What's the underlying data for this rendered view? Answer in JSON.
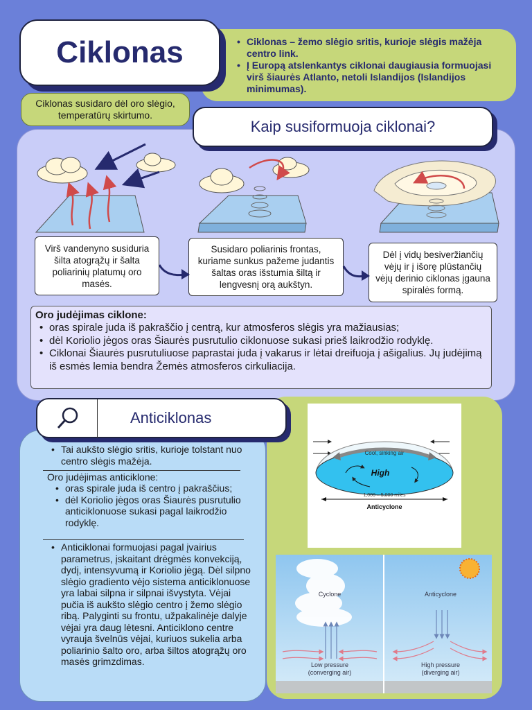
{
  "title": "Ciklonas",
  "intro_bullets": [
    "Ciklonas – žemo slėgio sritis, kurioje slėgis mažėja centro link.",
    "Į Europą atslenkantys ciklonai daugiausia formuojasi virš šiaurės Atlanto, netoli Islandijos (Islandijos minimumas)."
  ],
  "origin_note": "Ciklonas susidaro dėl oro slėgio, temperatūrų skirtumo.",
  "formation_heading": "Kaip susiformuoja ciklonai?",
  "steps": [
    "Virš vandenyno susiduria šilta atogrąžų ir šalta poliarinių platumų oro masės.",
    "Susidaro poliarinis frontas, kuriame sunkus pažeme judantis šaltas oras išstumia šiltą ir lengvesnį orą aukštyn.",
    "Dėl į vidų besiveržiančių vėjų ir į išorę plūstančių vėjų derinio ciklonas įgauna spiralės formą."
  ],
  "movement": {
    "heading": "Oro judėjimas ciklone:",
    "bullets": [
      "oras spirale juda iš pakraščio į centrą, kur atmosferos slėgis yra mažiausias;",
      "dėl Koriolio jėgos oras Šiaurės pusrutulio ciklonuose sukasi prieš laikrodžio rodyklę.",
      "Ciklonai Šiaurės pusrutuliuose paprastai juda į vakarus ir lėtai dreifuoja į ašigalius. Jų judėjimą iš esmės lemia bendra Žemės atmosferos cirkuliacija."
    ]
  },
  "anticyclone": {
    "heading": "Anticiklonas",
    "definition": "Tai aukšto slėgio sritis, kurioje tolstant nuo centro slėgis mažėja.",
    "movement_heading": "Oro judėjimas anticiklone:",
    "movement_bullets": [
      "oras spirale juda iš centro į pakraščius;",
      "dėl Koriolio jėgos oras Šiaurės pusrutulio anticiklonuose sukasi pagal laikrodžio rodyklę."
    ],
    "formation": "Anticiklonai formuojasi pagal įvairius parametrus, įskaitant drėgmės konvekciją, dydį, intensyvumą ir Koriolio jėgą. Dėl silpno slėgio gradiento vėjo sistema anticiklonuose yra labai silpna ir silpnai išvystyta. Vėjai pučia iš aukšto slėgio centro į žemo slėgio ribą. Palyginti su frontu, užpakalinėje dalyje vėjai yra daug lėtesni. Anticiklono centre vyrauja švelnūs vėjai, kuriuos sukelia arba poliarinio šalto oro, arba šiltos atogrąžų oro masės grimzdimas."
  },
  "diagram1": {
    "top_label": "Cool, sinking air",
    "center_label": "High",
    "scale_label": "1,000 – 5,000 miles",
    "caption": "Anticyclone"
  },
  "diagram2": {
    "left_title": "Cyclone",
    "right_title": "Anticyclone",
    "left_caption_1": "Low pressure",
    "left_caption_2": "(converging air)",
    "right_caption_1": "High pressure",
    "right_caption_2": "(diverging air)"
  },
  "colors": {
    "background": "#6b80d9",
    "green_panel": "#c6d77a",
    "lavender_panel": "#c9cdf8",
    "light_blue_panel": "#b9dcf7",
    "navy_text": "#262a6e"
  },
  "icons": [
    "magnifier-icon",
    "arrow-right-icon",
    "cloud-icon"
  ]
}
